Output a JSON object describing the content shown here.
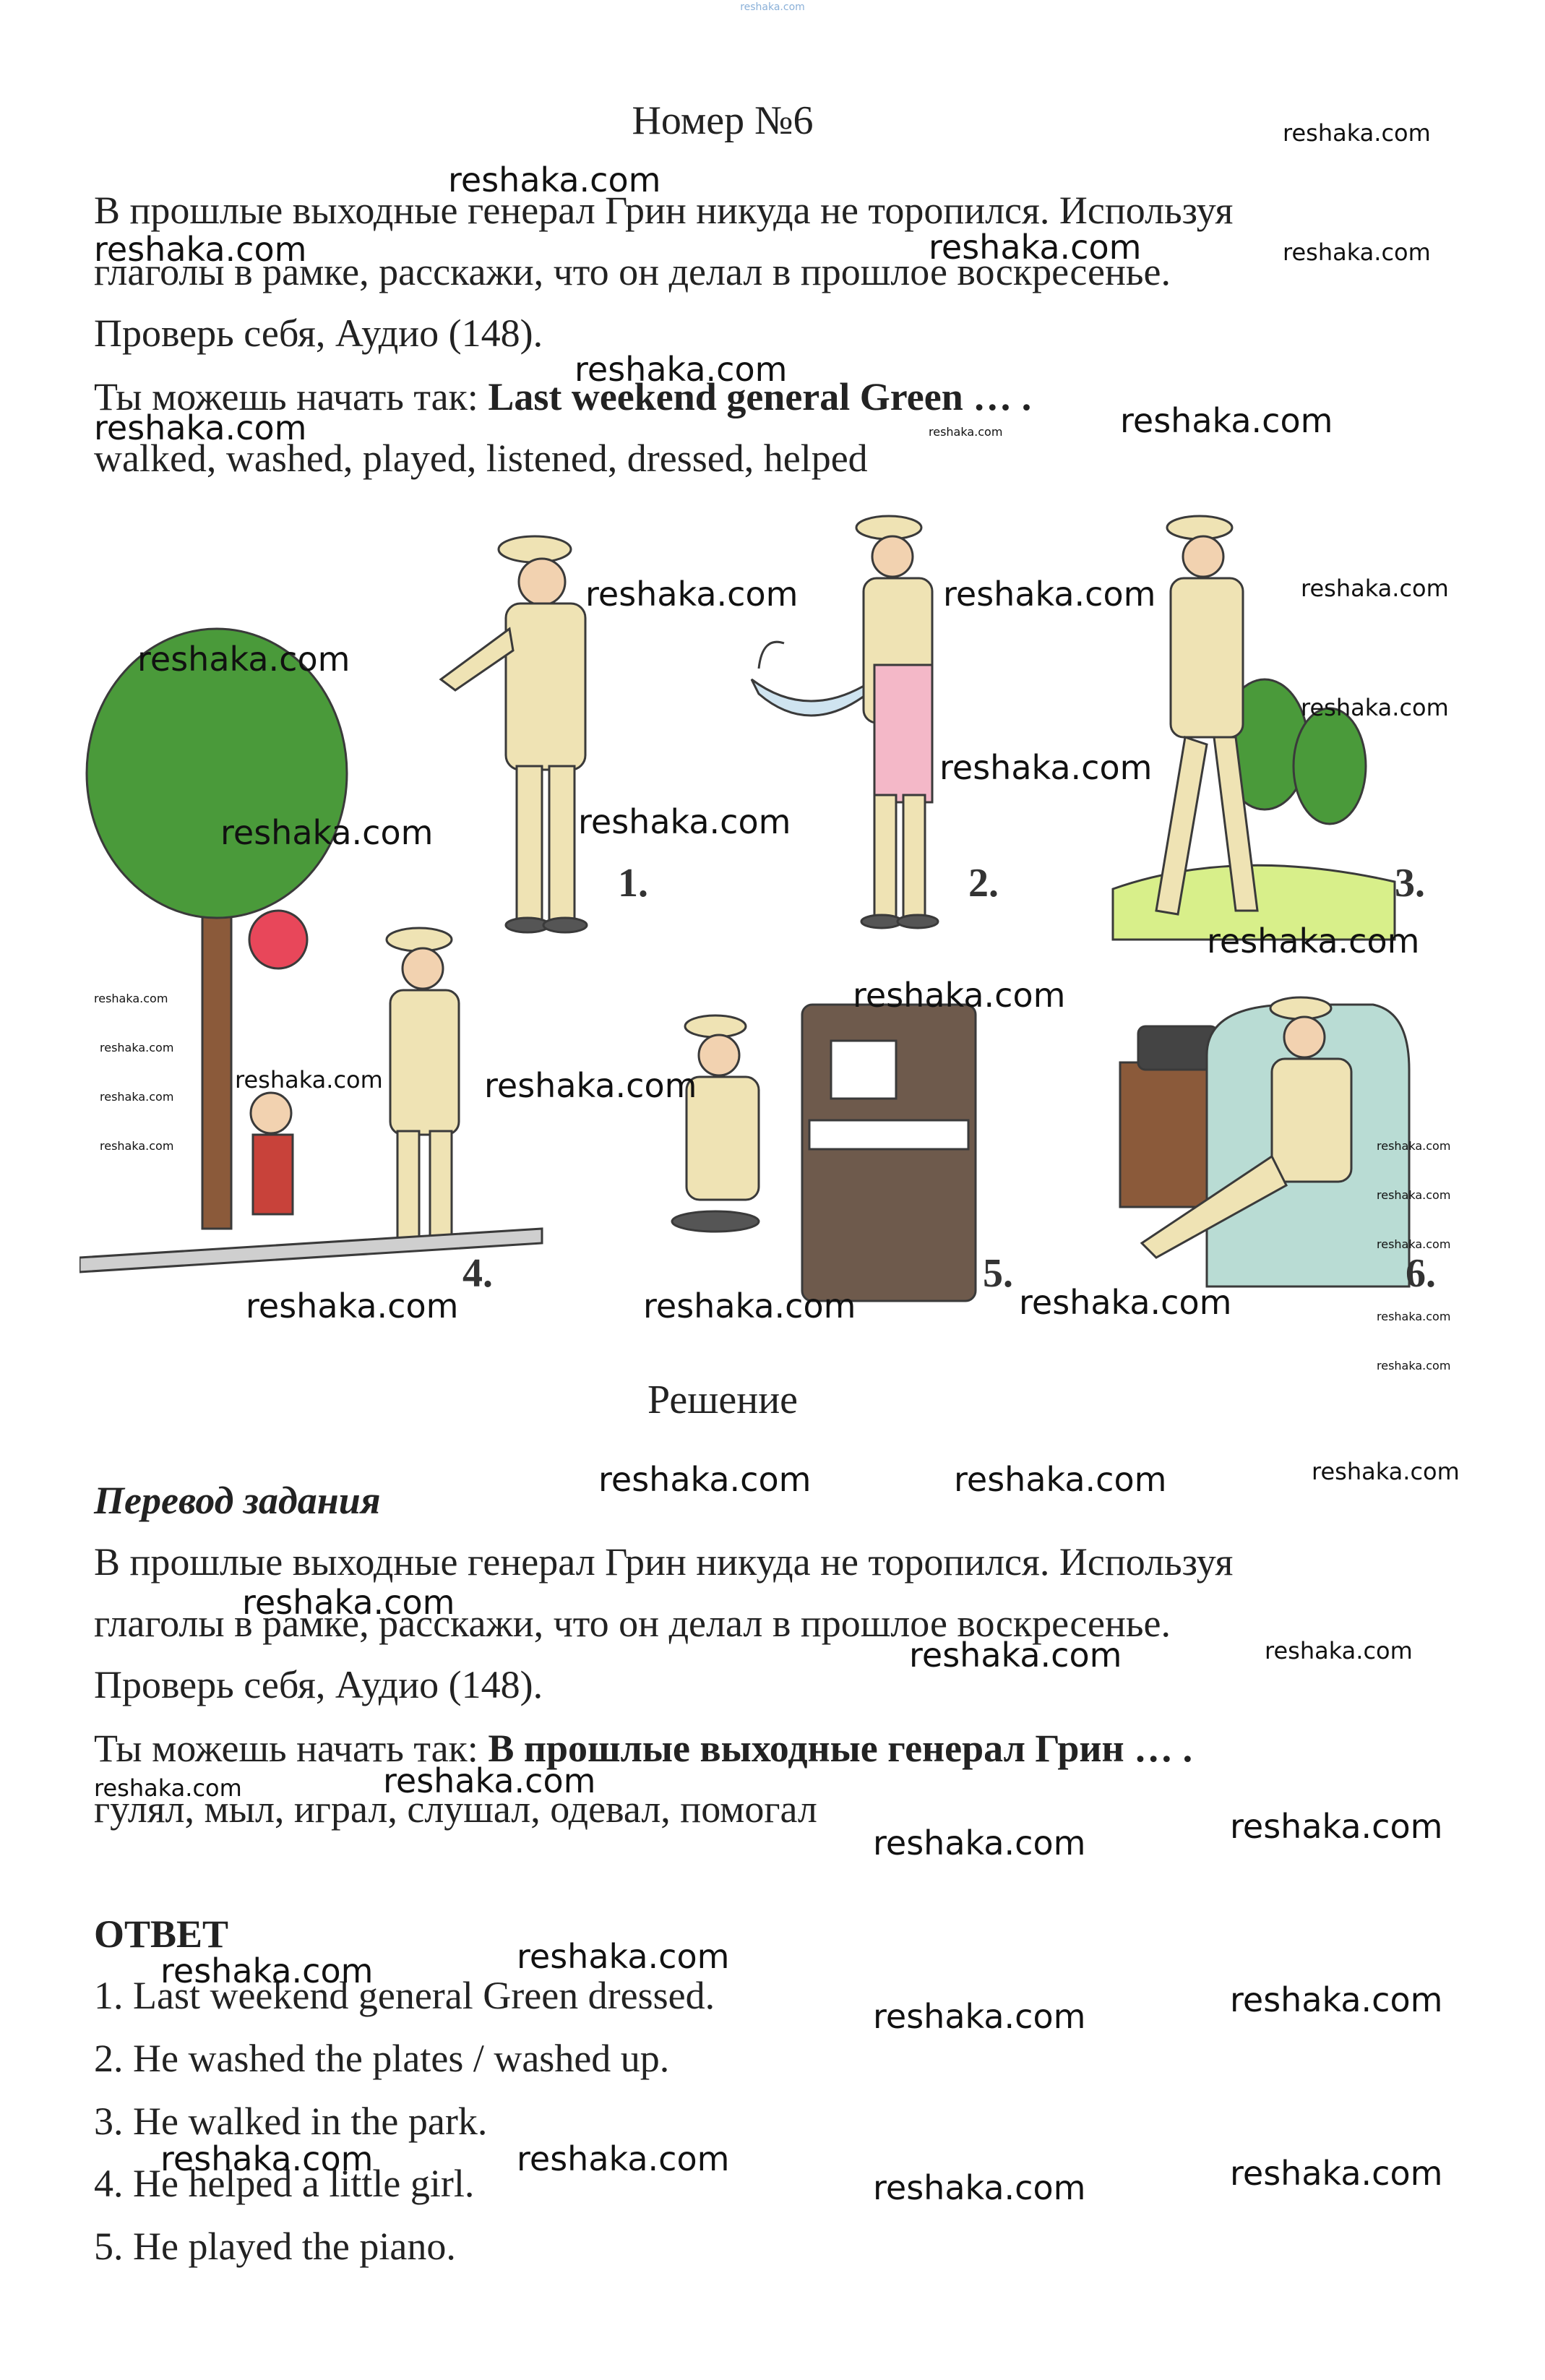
{
  "header": {
    "site_mark": "reshaka.com",
    "title": "Номер №6"
  },
  "task": {
    "line1": "В прошлые выходные генерал Грин никуда не торопился. Используя",
    "line2": "глаголы в рамке, расскажи, что он делал в прошлое воскресенье.",
    "line3": "Проверь себя, Аудио (148).",
    "line4_prefix": "Ты можешь начать так: ",
    "line4_bold": "Last weekend general Green … .",
    "verbs": "walked, washed, played, listened, dressed, helped"
  },
  "illustration": {
    "numbers": [
      "1.",
      "2.",
      "3.",
      "4.",
      "5.",
      "6."
    ]
  },
  "solution": {
    "title": "Решение",
    "translation_heading": "Перевод задания",
    "line1": "В прошлые выходные генерал Грин никуда не торопился. Используя",
    "line2": "глаголы в рамке, расскажи, что он делал в прошлое воскресенье.",
    "line3": "Проверь себя, Аудио (148).",
    "line4_prefix": "Ты можешь начать так: ",
    "line4_bold": "В прошлые выходные генерал Грин … .",
    "verbs": "гулял, мыл, играл, слушал, одевал, помогал"
  },
  "answer": {
    "heading": "ОТВЕТ",
    "items": [
      "1. Last weekend general Green dressed.",
      "2. He washed the plates / washed up.",
      "3. He walked in the park.",
      "4. He helped a little girl.",
      "5. He played the piano."
    ]
  },
  "watermark": "reshaka.com",
  "colors": {
    "uniform": "#efe3b4",
    "outline": "#3a3a3a",
    "tree": "#4a9a3a",
    "apple": "#e8475a",
    "apron": "#f4b8c8",
    "chair": "#b9dcd4",
    "piano": "#6e5a4c"
  }
}
